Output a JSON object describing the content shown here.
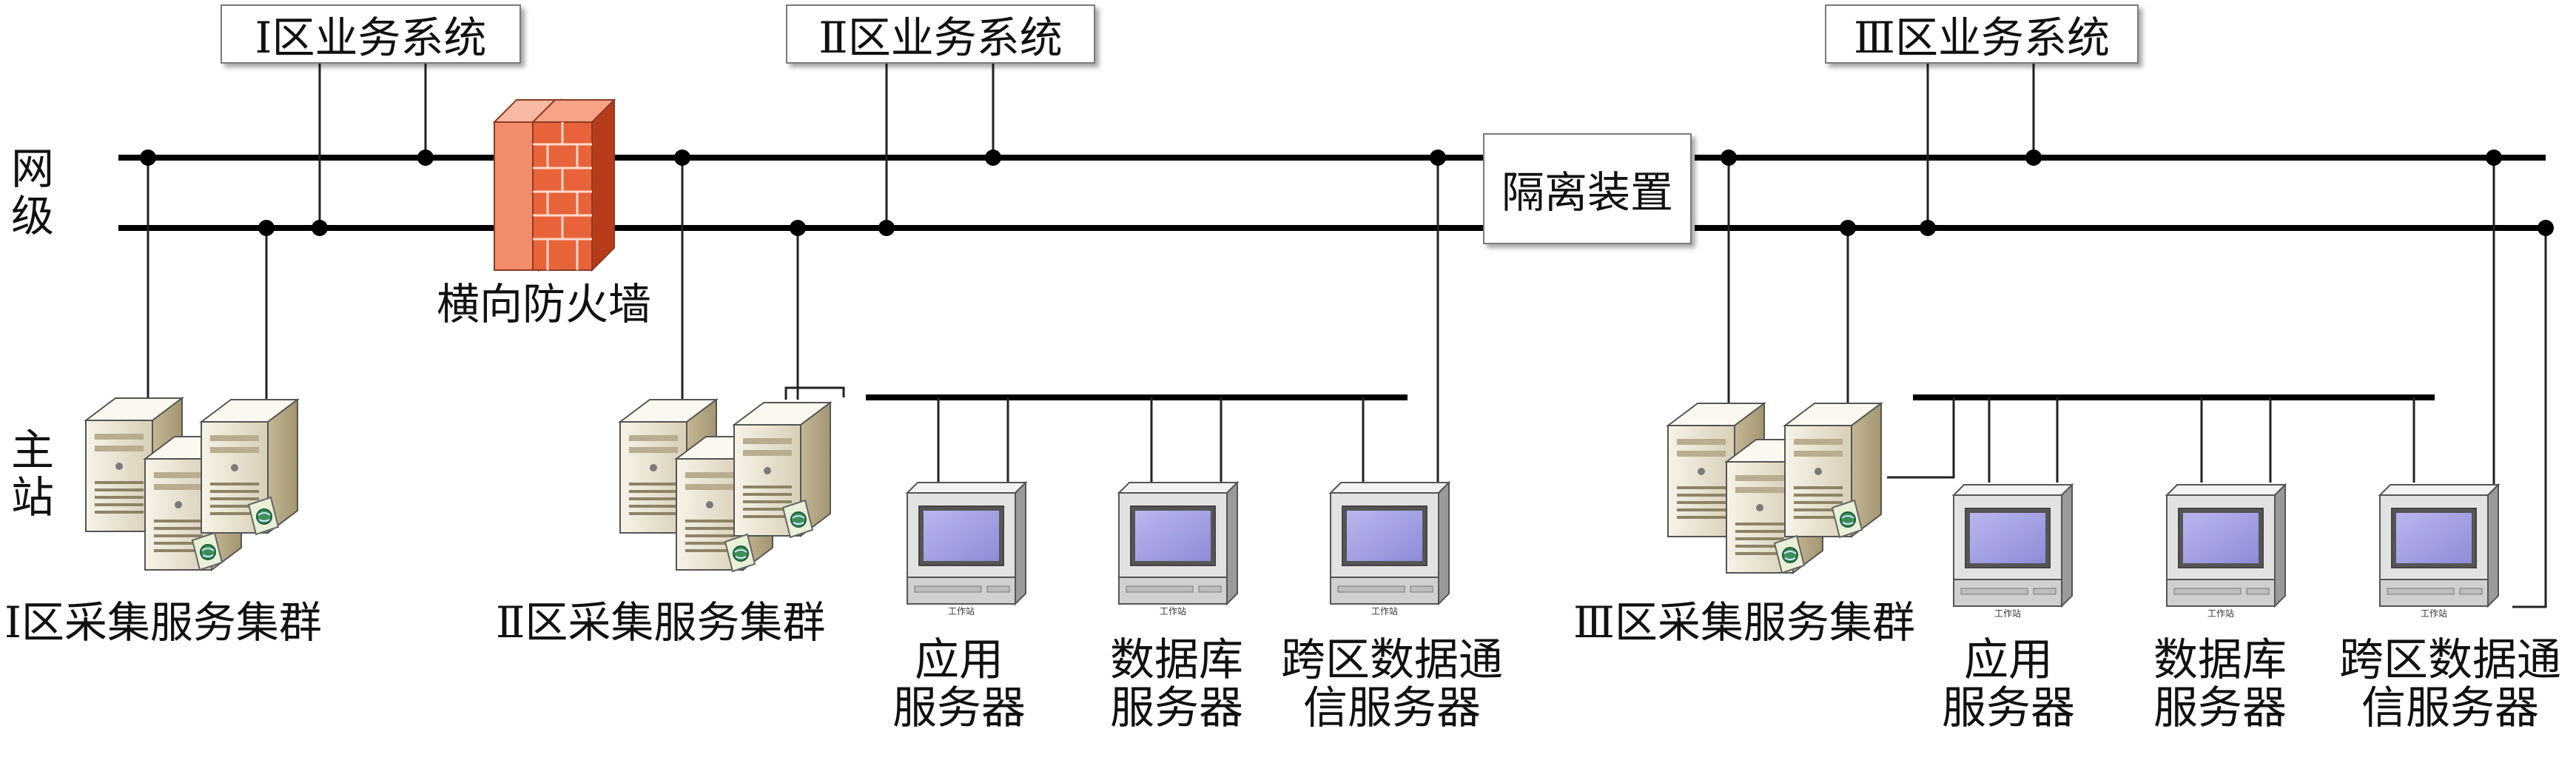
{
  "zones": {
    "zone1_system": "Ⅰ区业务系统",
    "zone2_system": "Ⅱ区业务系统",
    "zone3_system": "Ⅲ区业务系统"
  },
  "side_labels": {
    "network_line1": "网",
    "network_line2": "级",
    "master_line1": "主",
    "master_line2": "站"
  },
  "devices": {
    "firewall": "横向防火墙",
    "isolation": "隔离装置"
  },
  "clusters": {
    "zone1": "Ⅰ区采集服务集群",
    "zone2": "Ⅱ区采集服务集群",
    "zone3": "Ⅲ区采集服务集群"
  },
  "servers": {
    "app_line1": "应用",
    "app_line2": "服务器",
    "db_line1": "数据库",
    "db_line2": "服务器",
    "cross_line1": "跨区数据通",
    "cross_line2": "信服务器",
    "app3_line1": "应用",
    "app3_line2": "服务器",
    "db3_line1": "数据库",
    "db3_line2": "服务器",
    "cross3_line1": "跨区数据通",
    "cross3_line2": "信服务器"
  },
  "icon_names": [
    "firewall-icon",
    "server-tower-icon",
    "workstation-icon"
  ],
  "colors": {
    "bus": "#000000",
    "brick": "#e8633a",
    "tower": "#efe8d6",
    "screen": "#a9a6e6"
  }
}
